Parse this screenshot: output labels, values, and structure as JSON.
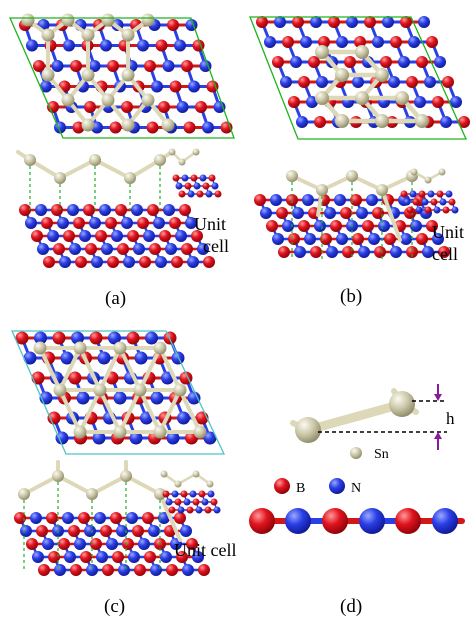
{
  "colors": {
    "boron": "#e0141e",
    "nitrogen": "#2a3fe6",
    "tin": "#ccc8aa",
    "tin_bond": "#dcd8b8",
    "cell_green": "#1eb41e",
    "cell_cyan": "#4fc4c4",
    "bn_bond_red": "#d01818",
    "bn_bond_blue": "#2a3fe6",
    "dash_green": "#20b020",
    "arrow": "#8b1aa0"
  },
  "panels": [
    {
      "label": "(a)",
      "unit_cell_line1": "Unit",
      "unit_cell_line2": "cell",
      "cell_color": "green"
    },
    {
      "label": "(b)",
      "unit_cell_line1": "Unit",
      "unit_cell_line2": "cell",
      "cell_color": "green"
    },
    {
      "label": "(c)",
      "unit_cell_line1": "Unit cell",
      "unit_cell_line2": "",
      "cell_color": "cyan"
    }
  ],
  "panel_d": {
    "label": "(d)",
    "height_symbol": "h",
    "legend": [
      {
        "element": "Sn",
        "color_key": "tin"
      },
      {
        "element": "B",
        "color_key": "boron"
      },
      {
        "element": "N",
        "color_key": "nitrogen"
      }
    ]
  }
}
